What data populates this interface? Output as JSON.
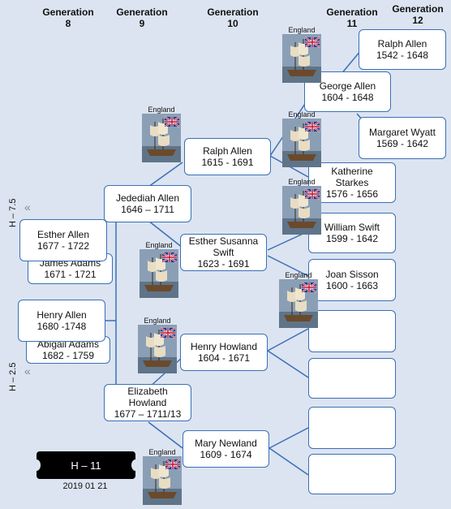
{
  "generations": [
    {
      "label": "Generation",
      "num": "8"
    },
    {
      "label": "Generation",
      "num": "9"
    },
    {
      "label": "Generation",
      "num": "10"
    },
    {
      "label": "Generation",
      "num": "11"
    },
    {
      "label": "Generation",
      "num": "12"
    }
  ],
  "persons": {
    "esther_allen": {
      "name": "Esther Allen",
      "dates": "1677 - 1722"
    },
    "james_adams": {
      "name": "James Adams",
      "dates": "1671 - 1721"
    },
    "henry_allen": {
      "name": "Henry Allen",
      "dates": "1680 -1748"
    },
    "abigail_adams": {
      "name": "Abigail Adams",
      "dates": "1682 - 1759"
    },
    "jedediah_allen": {
      "name": "Jedediah Allen",
      "dates": "1646 – 1711"
    },
    "elizabeth_howland": {
      "name": "Elizabeth Howland",
      "dates": "1677 – 1711/13"
    },
    "ralph_allen_10": {
      "name": "Ralph Allen",
      "dates": "1615 - 1691"
    },
    "esther_swift": {
      "name": "Esther Susanna Swift",
      "dates": "1623 - 1691"
    },
    "henry_howland": {
      "name": "Henry Howland",
      "dates": "1604 - 1671"
    },
    "mary_newland": {
      "name": "Mary Newland",
      "dates": "1609 - 1674"
    },
    "george_allen": {
      "name": "George Allen",
      "dates": "1604 - 1648"
    },
    "katherine_starkes": {
      "name": "Katherine Starkes",
      "dates": "1576 - 1656"
    },
    "william_swift": {
      "name": "William Swift",
      "dates": "1599 - 1642"
    },
    "joan_sisson": {
      "name": "Joan Sisson",
      "dates": "1600 - 1663"
    },
    "ralph_allen_12": {
      "name": "Ralph Allen",
      "dates": "1542 - 1648"
    },
    "margaret_wyatt": {
      "name": "Margaret Wyatt",
      "dates": "1569 - 1642"
    }
  },
  "origin_label": "England",
  "side_labels": {
    "upper": "H – 7.5",
    "lower": "H – 2.5"
  },
  "badge": {
    "text": "H – 11",
    "date": "2019 01 21"
  },
  "colors": {
    "background": "#dce4f1",
    "box_border": "#3a6fb7",
    "line": "#3a6fb7",
    "badge": "#000000"
  }
}
